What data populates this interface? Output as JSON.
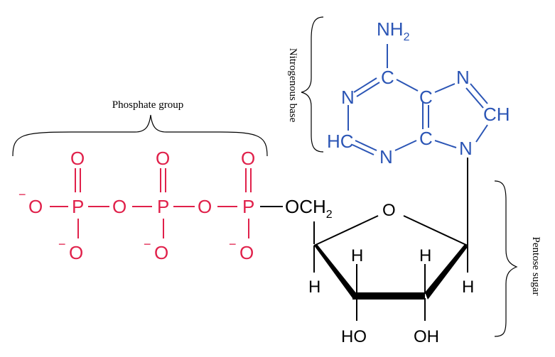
{
  "labels": {
    "phosphate_group": "Phosphate group",
    "nitrogenous_base": "Nitrogenous base",
    "pentose_sugar": "Pentose sugar"
  },
  "phosphate": {
    "minus": "−",
    "oxygen": "O",
    "phosphorus": "P",
    "ester_oxygen": "OCH",
    "ester_subscript": "2"
  },
  "base": {
    "amine": "NH",
    "amine_subscript": "2",
    "nitrogen": "N",
    "carbon": "C",
    "ch": "CH",
    "hc": "HC"
  },
  "sugar": {
    "ring_oxygen": "O",
    "hydrogen": "H",
    "hydroxyl": "OH",
    "hydroxyl_left": "HO"
  },
  "colors": {
    "phosphate": "#e0204a",
    "base": "#2b55b5",
    "sugar": "#000000",
    "annotation": "#000000"
  }
}
